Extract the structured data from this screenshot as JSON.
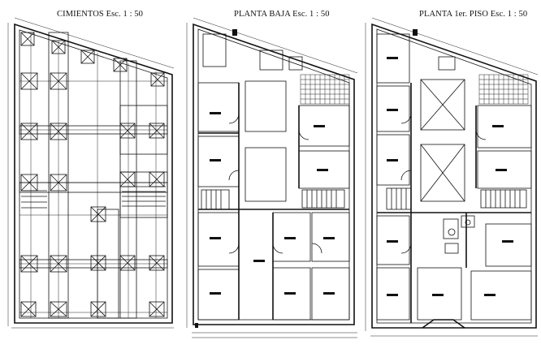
{
  "plans": [
    {
      "title": "CIMIENTOS  Esc. 1 : 50"
    },
    {
      "title": "PLANTA  BAJA   Esc. 1 : 50"
    },
    {
      "title": "PLANTA  1er. PISO   Esc. 1 : 50"
    }
  ]
}
